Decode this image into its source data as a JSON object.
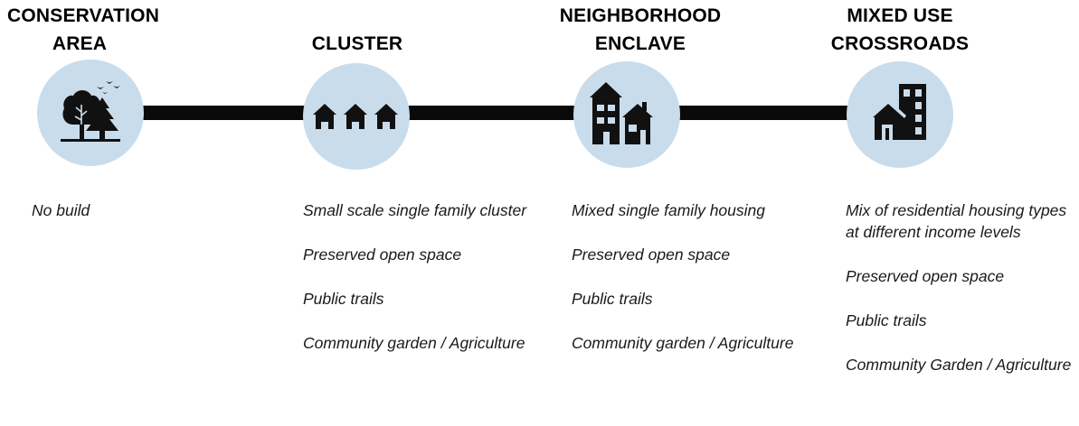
{
  "stages": [
    {
      "id": "conservation-area",
      "title_lines": [
        "CONSERVATION",
        "AREA"
      ],
      "icon": "trees-birds-icon",
      "items": [
        "No build"
      ]
    },
    {
      "id": "cluster",
      "title_lines": [
        "CLUSTER"
      ],
      "icon": "three-houses-icon",
      "items": [
        "Small scale single family cluster",
        "Preserved open space",
        "Public trails",
        "Community garden / Agriculture"
      ]
    },
    {
      "id": "neighborhood-enclave",
      "title_lines": [
        "NEIGHBORHOOD",
        "ENCLAVE"
      ],
      "icon": "two-houses-icon",
      "items": [
        "Mixed single family housing",
        "Preserved open space",
        "Public trails",
        "Community garden / Agriculture"
      ]
    },
    {
      "id": "mixed-use-crossroads",
      "title_lines": [
        "MIXED USE",
        "CROSSROADS"
      ],
      "icon": "house-and-building-icon",
      "items": [
        "Mix of residential housing types at different income levels",
        "Preserved open space",
        "Public trails",
        "Community Garden / Agriculture"
      ]
    }
  ],
  "colors": {
    "circle_fill": "#c9dceb",
    "connector": "#0a0a0a",
    "icon": "#111111"
  }
}
